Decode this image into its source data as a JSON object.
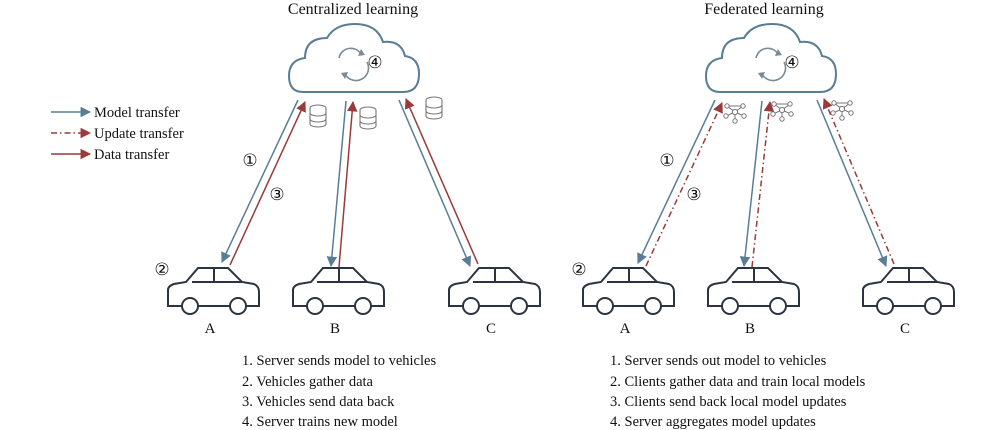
{
  "centralized": {
    "title": "Centralized learning",
    "step_marker": "④",
    "marker_model": "①",
    "marker_data": "③",
    "marker_vehicle": "②",
    "vehicles": [
      "A",
      "B",
      "C"
    ],
    "steps": [
      "1. Server sends model to vehicles",
      "2. Vehicles gather data",
      "3. Vehicles send data back",
      "4. Server trains new model"
    ]
  },
  "federated": {
    "title": "Federated learning",
    "step_marker": "④",
    "marker_model": "①",
    "marker_update": "③",
    "marker_vehicle": "②",
    "vehicles": [
      "A",
      "B",
      "C"
    ],
    "steps": [
      "1. Server sends out model to vehicles",
      "2. Clients gather data and train local models",
      "3. Clients send back local model updates",
      "4. Server aggregates model updates"
    ]
  },
  "legend": {
    "items": [
      {
        "label": "Model transfer",
        "style": "solid",
        "color": "#5a7d96"
      },
      {
        "label": "Update transfer",
        "style": "dashdot",
        "color": "#9a3a3a"
      },
      {
        "label": "Data transfer",
        "style": "solid",
        "color": "#9a3a3a"
      }
    ]
  },
  "colors": {
    "model": "#5a7d96",
    "data": "#9a3a3a",
    "cloud_stroke": "#5a7d96",
    "vehicle_stroke": "#2b3440",
    "icon_gray": "#9aa0a6"
  }
}
